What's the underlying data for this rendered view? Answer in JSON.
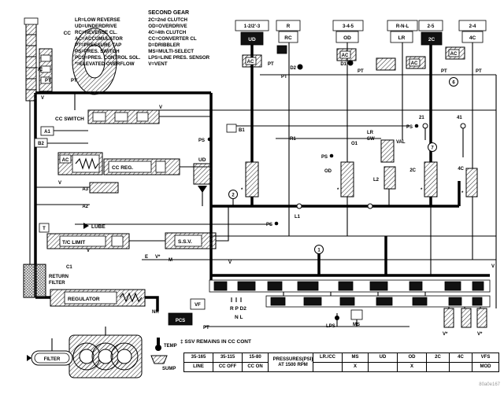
{
  "title": "SECOND GEAR",
  "legend": {
    "left": [
      "LR=LOW REVERSE",
      "UD=UNDERDRIVE",
      "RC=REVERSE CL.",
      "AC=ACCUMULATOR",
      "PT=PRESSURE TAP",
      "PS=PRES. SWITCH",
      "PCS=PRES. CONTROL SOL.",
      "*=ELEVATED OVERFLOW"
    ],
    "right": [
      "2C=2nd CLUTCH",
      "OD=OVERDRIVE",
      "4C=4th CLUTCH",
      "CC=CONVERTER CL",
      "D=DRIBBLER",
      "MS=MULTI-SELECT",
      "LPS=LINE PRES. SENSOR",
      "V=VENT"
    ]
  },
  "top_circuits": [
    {
      "gear": "1-2/2'-3",
      "clutch": "UD"
    },
    {
      "gear": "R",
      "clutch": "RC"
    },
    {
      "gear": "3-4-5",
      "clutch": "OD"
    },
    {
      "gear": "R-N-L",
      "clutch": "LR"
    },
    {
      "gear": "2-5",
      "clutch": "2C"
    },
    {
      "gear": "2-4",
      "clutch": "4C"
    }
  ],
  "labels": {
    "cc": "CC",
    "tc": "T/C",
    "pt": "PT",
    "v": "V",
    "vstar": "V*",
    "star": "*",
    "cc_switch": "CC SWITCH",
    "a1": "A1",
    "b2": "B2",
    "ac": "AC",
    "cc_reg": "CC REG.",
    "a3": "A3",
    "a2": "A2",
    "lube": "LUBE",
    "tc_limit": "T/C LIMIT",
    "t": "T",
    "c1": "C1",
    "return_line1": "RETURN",
    "return_line2": "FILTER",
    "regulator": "REGULATOR",
    "nr": "NR",
    "pcs": "PCS",
    "vf": "VF",
    "temp": "TEMP",
    "sump": "SUMP",
    "filter": "FILTER",
    "ssv": "S.S.V.",
    "e": "E",
    "m": "M",
    "ud": "UD",
    "ps": "PS",
    "b1": "B1",
    "d2": "D2",
    "d1": "D1",
    "od": "OD",
    "lr": "LR",
    "sw": "SW",
    "val": "VAL",
    "r1": "R1",
    "o1": "O1",
    "l2": "L2",
    "l1": "L1",
    "c2": "2C",
    "c4": "4C",
    "n21": "21",
    "n41": "41",
    "lps": "LPS",
    "ms": "MS",
    "manual_row1": "R P D2",
    "manual_row2": "N  L",
    "num1": "1",
    "num2": "2",
    "num6": "6",
    "num7": "7"
  },
  "note": "‡ SSV REMAINS IN CC CONT",
  "pressure_table": {
    "values": [
      "35-165",
      "35-115",
      "15-80"
    ],
    "labels": [
      "LINE",
      "CC OFF",
      "CC ON"
    ],
    "caption_line1": "PRESSURES(PSI)",
    "caption_line2": "AT 1500 RPM"
  },
  "solenoid_table": {
    "headers": [
      "LR./CC",
      "MS",
      "UD",
      "OD",
      "2C",
      "4C",
      "VFS"
    ],
    "values": [
      "",
      "X",
      "",
      "X",
      "",
      "",
      "MOD"
    ]
  },
  "watermark": "80a0e167"
}
